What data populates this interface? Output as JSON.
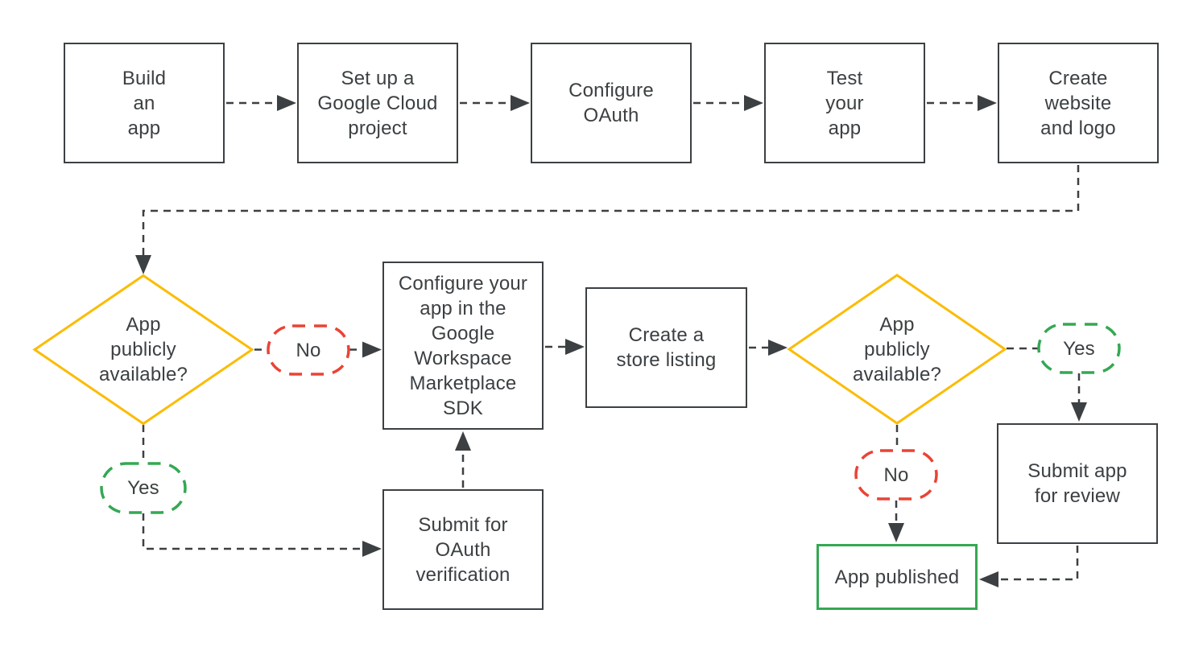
{
  "colors": {
    "ink": "#3C4043",
    "decision_yellow": "#FBBC04",
    "no_red": "#EA4335",
    "yes_green": "#34A853",
    "background": "#FFFFFF"
  },
  "nodes": {
    "build_app": {
      "label": "Build\nan\napp"
    },
    "setup_project": {
      "label": "Set up a\nGoogle Cloud\nproject"
    },
    "configure_oauth": {
      "label": "Configure\nOAuth"
    },
    "test_app": {
      "label": "Test\nyour\napp"
    },
    "create_website": {
      "label": "Create\nwebsite\nand logo"
    },
    "decision_left": {
      "label": "App\npublicly\navailable?"
    },
    "no_left": {
      "label": "No"
    },
    "yes_left": {
      "label": "Yes"
    },
    "configure_sdk": {
      "label": "Configure your\napp in the\nGoogle\nWorkspace\nMarketplace\nSDK"
    },
    "submit_oauth": {
      "label": "Submit for\nOAuth\nverification"
    },
    "store_listing": {
      "label": "Create a\nstore listing"
    },
    "decision_right": {
      "label": "App\npublicly\navailable?"
    },
    "yes_right": {
      "label": "Yes"
    },
    "no_right": {
      "label": "No"
    },
    "submit_review": {
      "label": "Submit app\nfor review"
    },
    "app_published": {
      "label": "App published"
    }
  }
}
